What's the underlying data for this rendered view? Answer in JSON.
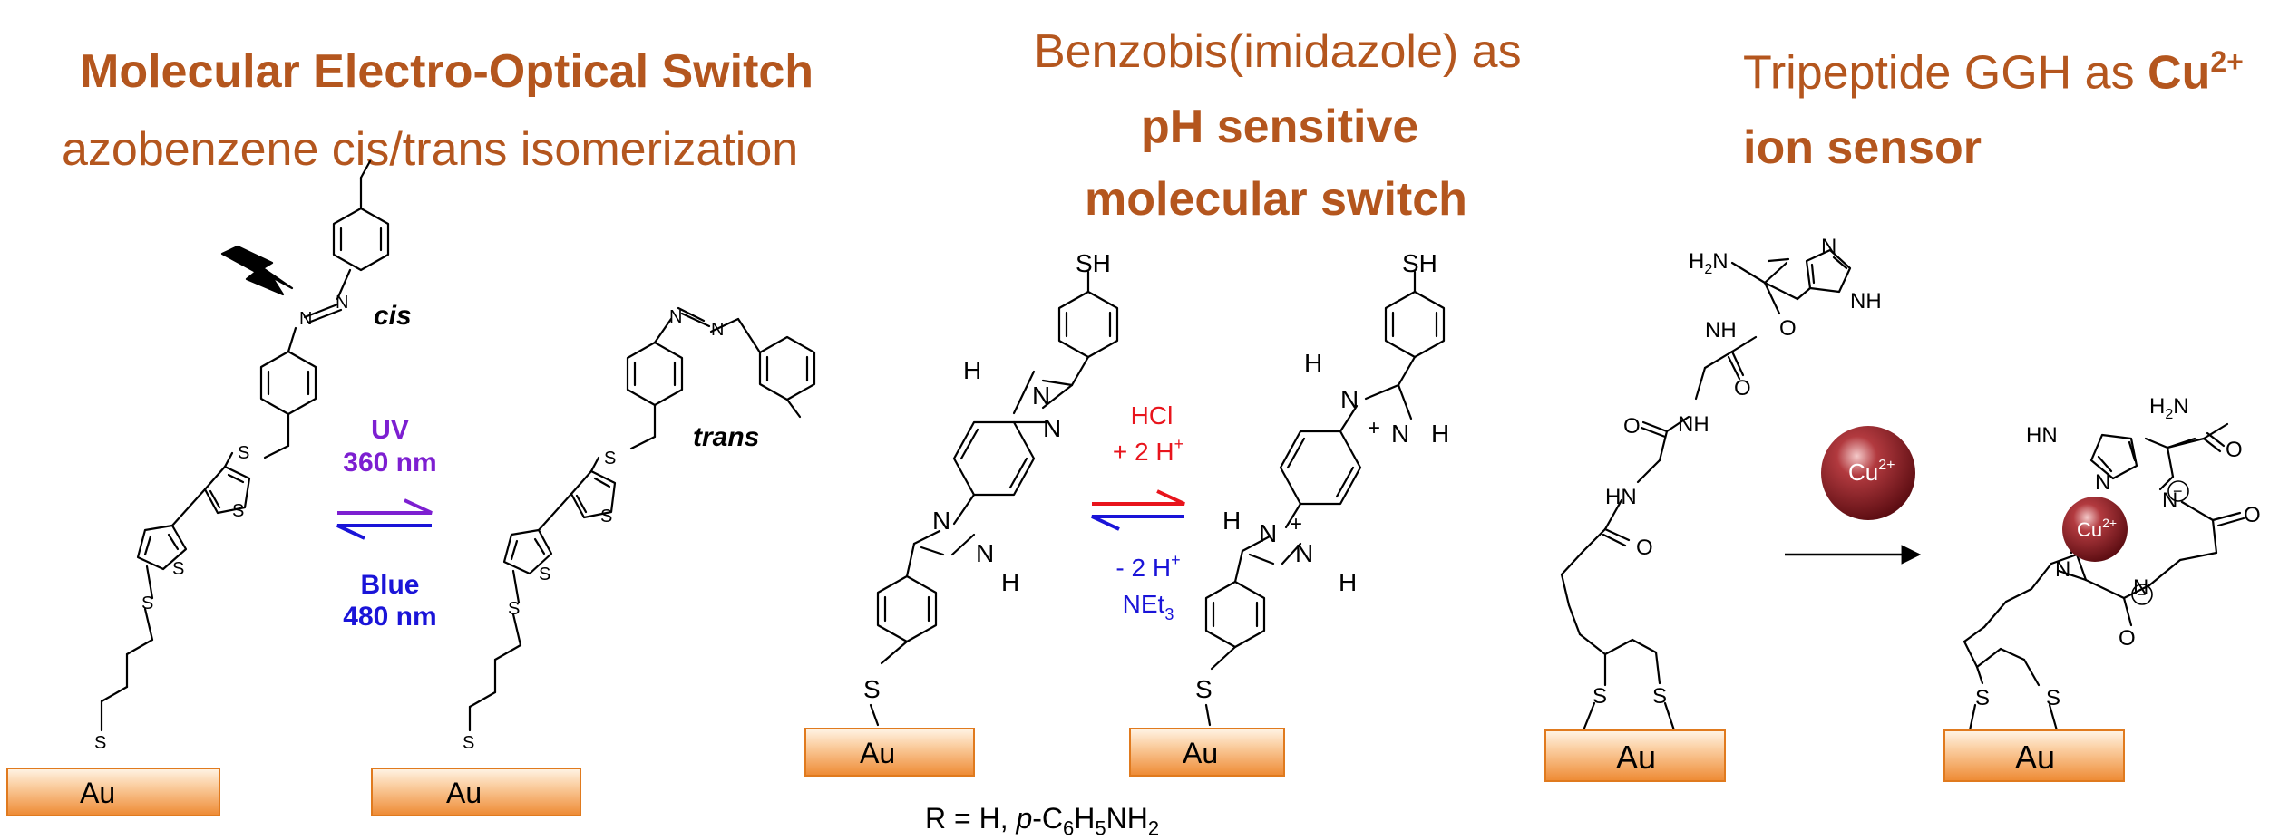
{
  "panel1": {
    "title_bold": "Molecular Electro-Optical Switch",
    "title_sub": "azobenzene cis/trans isomerization",
    "cis_label": "cis",
    "trans_label": "trans",
    "uv_label": "UV",
    "uv_nm": "360 nm",
    "blue_label": "Blue",
    "blue_nm": "480 nm",
    "au_label": "Au",
    "atom_S": "S",
    "atom_N": "N"
  },
  "panel2": {
    "title_line1": "Benzobis(imidazole) as",
    "title_line2": "pH sensitive",
    "title_line3": "molecular switch",
    "hcl": "HCl",
    "plus_2h": "+ 2 H",
    "minus_2h": "- 2 H",
    "plus_sup": "+",
    "net3_main": "NEt",
    "net3_sub": "3",
    "sh": "SH",
    "atom_H": "H",
    "atom_N": "N",
    "atom_S": "S",
    "au_label": "Au",
    "footnote_main": "R = H, ",
    "footnote_italic": "p",
    "footnote_formula": "-C",
    "footnote_sub1": "6",
    "footnote_mid": "H",
    "footnote_sub2": "5",
    "footnote_end": "NH",
    "footnote_sub3": "2"
  },
  "panel3": {
    "title_line1_a": "Tripeptide GGH as ",
    "title_line1_b": "Cu",
    "title_sup": "2+",
    "title_line2": "ion sensor",
    "cu_main": "Cu",
    "cu_sup": "2+",
    "h2n": "H",
    "h2n_sub": "2",
    "h2n_n": "N",
    "atom_O": "O",
    "atom_NH": "NH",
    "atom_HN": "HN",
    "atom_N": "N",
    "atom_S": "S",
    "minus": "−",
    "au_label": "Au"
  },
  "colors": {
    "title": "#b4561e",
    "uv": "#7d1fd1",
    "blue": "#1a14d8",
    "red": "#e8141c",
    "gold_bar": "#f39a4a",
    "cu_sphere": "#8e1d22"
  }
}
